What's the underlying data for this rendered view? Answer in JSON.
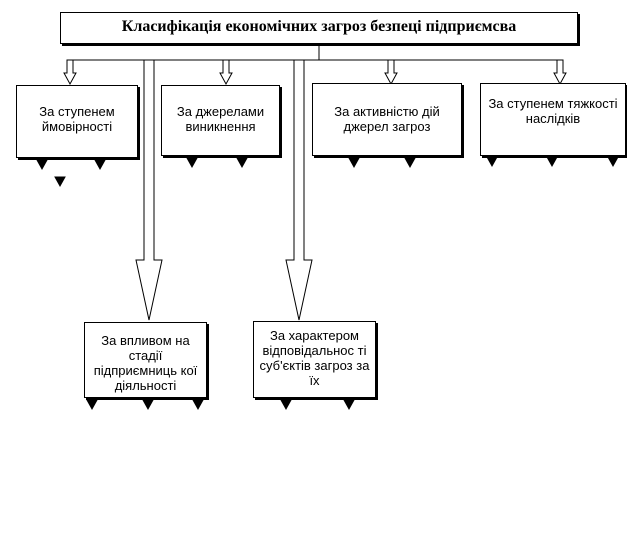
{
  "diagram": {
    "title": "Класифікація економічних загроз безпеці підприємсва",
    "top_categories": [
      {
        "label": "За ступенем ймовірності"
      },
      {
        "label": "За джерелами виникнення"
      },
      {
        "label": "За активністю дій джерел загроз"
      },
      {
        "label": "За ступенем тяжкості наслідків"
      }
    ],
    "lower_categories": [
      {
        "label": "За впливом на стадії підприємниць кої діяльності"
      },
      {
        "label": "За характером відповідальнос ті суб'єктів загроз за їх"
      }
    ],
    "colors": {
      "line": "#000000",
      "fill": "#ffffff",
      "background": "#ffffff"
    }
  }
}
